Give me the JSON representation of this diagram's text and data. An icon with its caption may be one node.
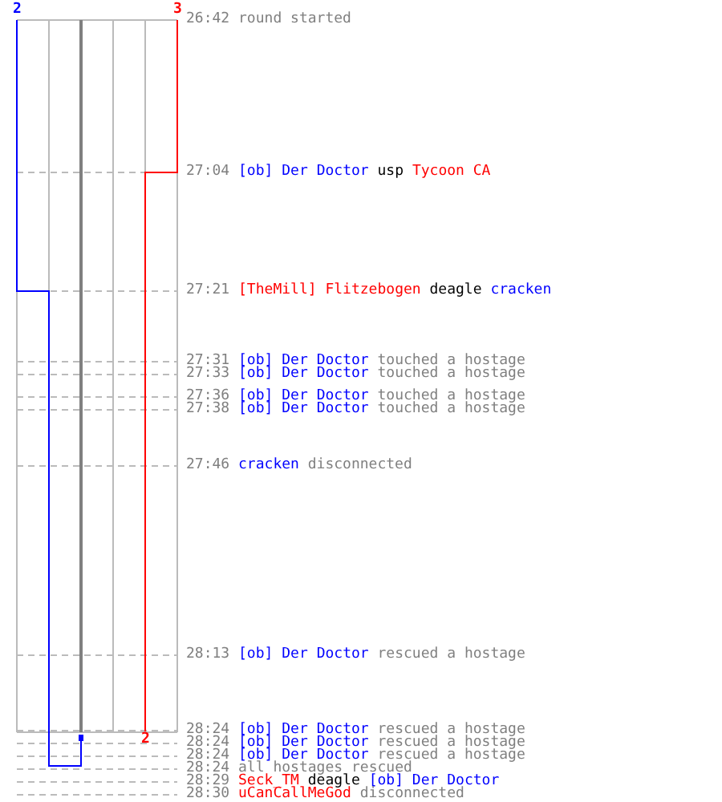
{
  "diagram": {
    "labels": [
      "2",
      "3",
      "26:42 round started",
      "27:04 [ob] Der Doctor usp Tycoon CA",
      "27:21 [TheMill] Flitzebogen deagle cracken",
      "27:31 [ob] Der Doctor touched a hostage",
      "27:33 [ob] Der Doctor touched a hostage",
      "27:36 [ob] Der Doctor touched a hostage",
      "27:38 [ob] Der Doctor touched a hostage",
      "27:46 cracken disconnected",
      "28:13 [ob] Der Doctor rescued a hostage",
      "2",
      "28:24 [ob] Der Doctor rescued a hostage",
      "28:24 [ob] Der Doctor rescued a hostage",
      "28:24 [ob] Der Doctor rescued a hostage",
      "28:24 all hostages rescued",
      "28:29 Seck_TM deagle [ob] Der Doctor",
      "28:30 uCanCallMeGod disconnected"
    ]
  }
}
